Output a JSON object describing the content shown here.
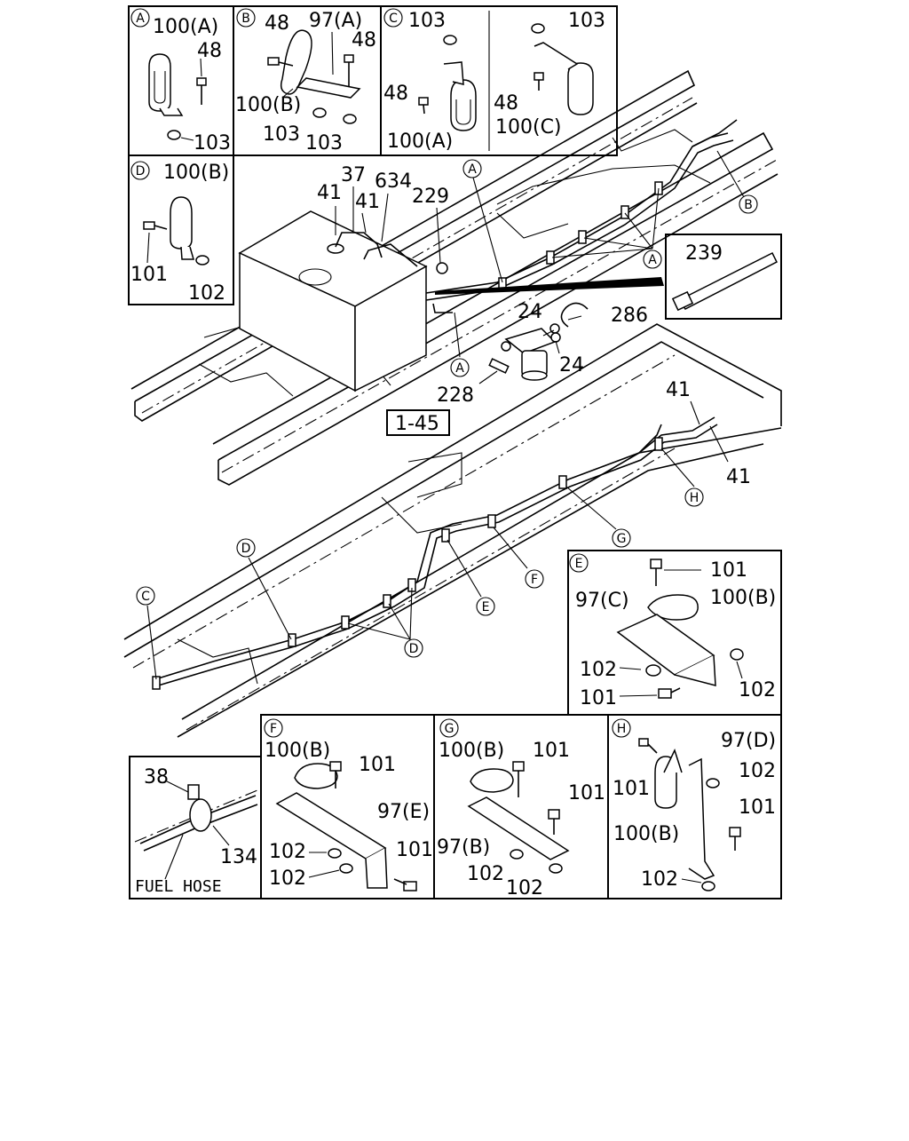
{
  "labels": {
    "a_100a": "100(A)",
    "a_48": "48",
    "a_103": "103",
    "b_48a": "48",
    "b_97a": "97(A)",
    "b_48b": "48",
    "b_100b": "100(B)",
    "b_103a": "103",
    "b_103b": "103",
    "c_103a": "103",
    "c_103b": "103",
    "c_48a": "48",
    "c_48b": "48",
    "c_100a": "100(A)",
    "c_100c": "100(C)",
    "d_100b": "100(B)",
    "d_101": "101",
    "d_102": "102",
    "m_37": "37",
    "m_634": "634",
    "m_41a": "41",
    "m_41b": "41",
    "m_229": "229",
    "m_239": "239",
    "m_286": "286",
    "m_24a": "24",
    "m_24b": "24",
    "m_228": "228",
    "m_ref": "1-45",
    "m_41c": "41",
    "m_41d": "41",
    "e_101a": "101",
    "e_97c": "97(C)",
    "e_100b": "100(B)",
    "e_102a": "102",
    "e_102b": "102",
    "e_101b": "101",
    "f_100b": "100(B)",
    "f_101a": "101",
    "f_97e": "97(E)",
    "f_102a": "102",
    "f_101b": "101",
    "f_102b": "102",
    "g_100b": "100(B)",
    "g_101a": "101",
    "g_101b": "101",
    "g_97b": "97(B)",
    "g_102a": "102",
    "g_102b": "102",
    "h_97d": "97(D)",
    "h_102a": "102",
    "h_101a": "101",
    "h_101b": "101",
    "h_100b": "100(B)",
    "h_102b": "102",
    "fh_38": "38",
    "fh_134": "134",
    "fh_caption": "FUEL HOSE"
  },
  "callouts": {
    "A": "A",
    "B": "B",
    "C": "C",
    "D": "D",
    "E": "E",
    "F": "F",
    "G": "G",
    "H": "H"
  }
}
